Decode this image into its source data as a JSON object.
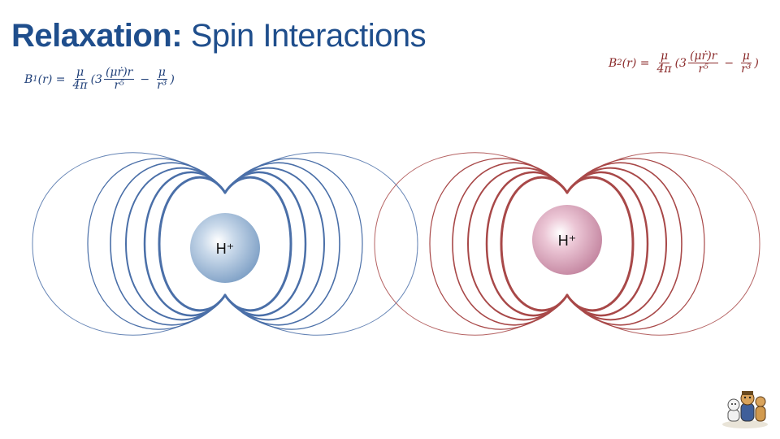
{
  "slide": {
    "title_bold": "Relaxation:",
    "title_regular": " Spin Interactions"
  },
  "formula_1": {
    "lhs": "B",
    "lhs_sub": "1",
    "lhs_arg": "(r) =",
    "f1_num": "μ",
    "f1_den": "4π",
    "open": "(3",
    "f2_num": "(μṙ)r",
    "f2_den": "r⁵",
    "minus": "−",
    "f3_num": "μ",
    "f3_den": "r³",
    "close": ")"
  },
  "formula_2": {
    "lhs": "B",
    "lhs_sub": "2",
    "lhs_arg": "(r) =",
    "f1_num": "μ",
    "f1_den": "4π",
    "open": "(3",
    "f2_num": "(μṙ)r",
    "f2_den": "r⁵",
    "minus": "−",
    "f3_num": "μ",
    "f3_den": "r³",
    "close": ")"
  },
  "atoms": [
    {
      "label": "H⁺",
      "color": "#8fb0d2"
    },
    {
      "label": "H⁺",
      "color": "#cf95ad"
    }
  ],
  "colors": {
    "title": "#1f4e8c",
    "field_blue": "#4a6fa8",
    "field_red": "#a84848"
  },
  "icons": {
    "mascot": "cartoon-mascot-icon"
  }
}
